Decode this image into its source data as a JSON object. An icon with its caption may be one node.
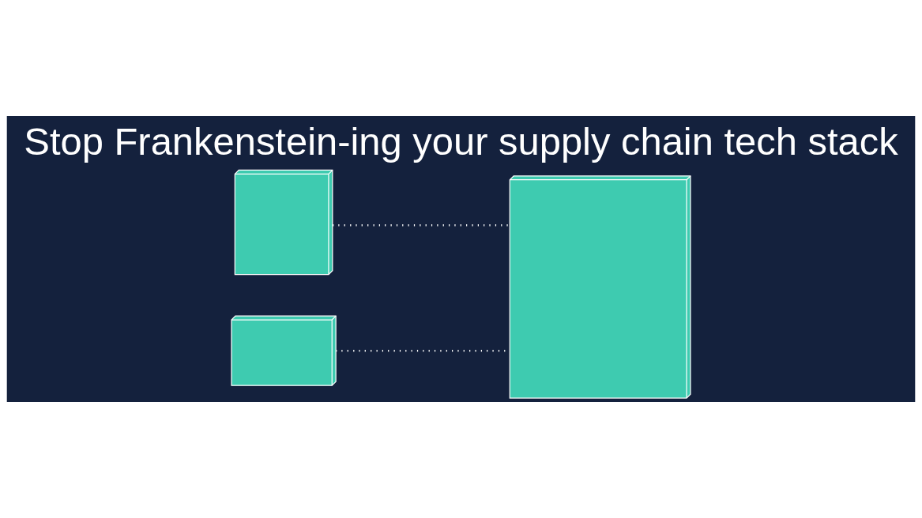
{
  "diagram": {
    "title": "Stop Frankenstein-ing your supply chain tech stack",
    "nodes": [
      {
        "text": [],
        "shape": "picture"
      },
      {
        "text": [],
        "shape": "picture"
      },
      {
        "text": [],
        "shape": "picture"
      }
    ],
    "edges": [
      {
        "from": 0,
        "to": 2,
        "arrow": "none",
        "style": "dashed"
      },
      {
        "from": 1,
        "to": 2,
        "arrow": "none",
        "style": "dashed"
      }
    ]
  }
}
